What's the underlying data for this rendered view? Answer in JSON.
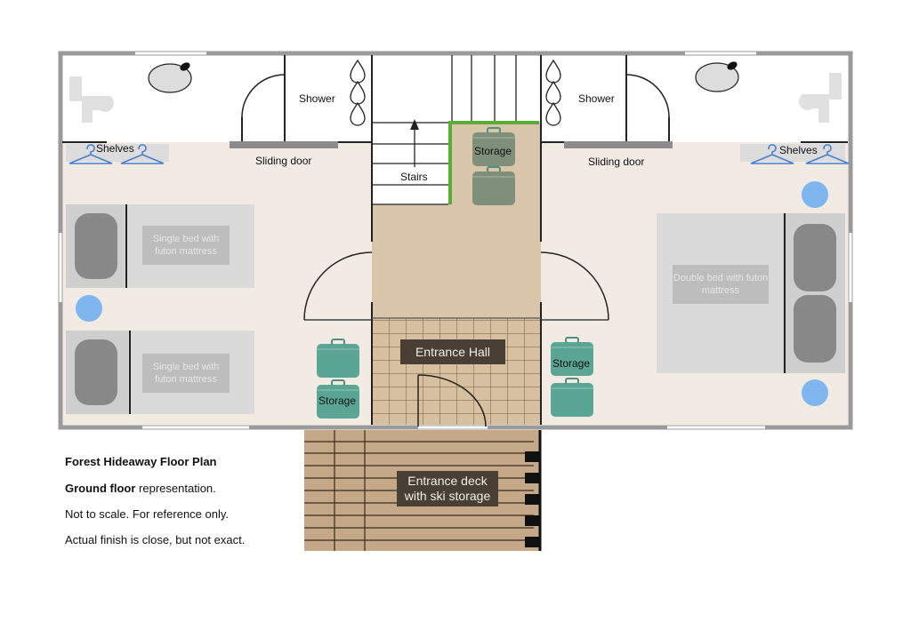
{
  "plan": {
    "rooms": {
      "shower_left": "Shower",
      "shower_right": "Shower",
      "shelves_left": "Shelves",
      "shelves_right": "Shelves",
      "sliding_door_left": "Sliding door",
      "sliding_door_right": "Sliding door",
      "stairs": "Stairs",
      "storage_top": "Storage",
      "storage_left": "Storage",
      "storage_right": "Storage",
      "bed_single_1": "Single bed with futon mattress",
      "bed_single_2": "Single bed with futon mattress",
      "bed_double": "Double bed with futon mattress",
      "entrance_hall": "Entrance Hall",
      "entrance_deck": "Entrance deck with ski storage"
    },
    "colors": {
      "wall": "#9a9a9a",
      "floor_room": "#f1ebe4",
      "floor_hall": "#d9c6aa",
      "deck": "#c4a888",
      "storage_green": "#5aa593",
      "storage_grey": "#7f8f7a",
      "accent_green": "#5aad33",
      "lamp_blue": "#7fb6ef"
    }
  },
  "notes": {
    "title": "Forest Hideaway Floor Plan",
    "line2_bold": "Ground floor",
    "line2_rest": " representation.",
    "line3": "Not to scale. For reference only.",
    "line4": "Actual finish is close, but not exact."
  }
}
